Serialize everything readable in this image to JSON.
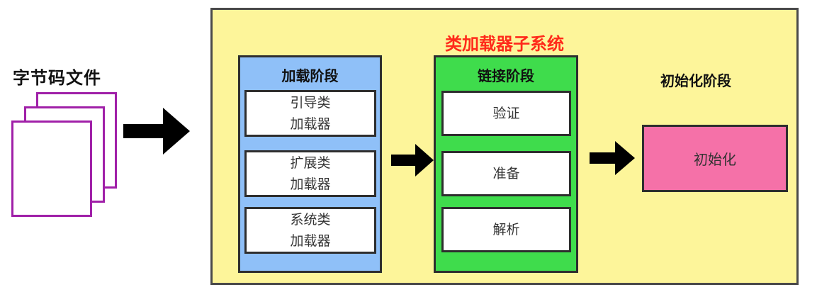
{
  "bytecode": {
    "title": "字节码文件"
  },
  "subsystem": {
    "title": "类加载器子系统"
  },
  "loading": {
    "title": "加载阶段",
    "loaders": [
      {
        "line1": "引导类",
        "line2": "加载器"
      },
      {
        "line1": "扩展类",
        "line2": "加载器"
      },
      {
        "line1": "系统类",
        "line2": "加载器"
      }
    ]
  },
  "linking": {
    "title": "链接阶段",
    "steps": [
      "验证",
      "准备",
      "解析"
    ]
  },
  "initialization": {
    "title": "初始化阶段",
    "box_label": "初始化"
  },
  "colors": {
    "subsystem_bg": "#fdf59a",
    "title_red": "#ff2a1a",
    "loading_bg": "#8fc0f8",
    "linking_bg": "#3fdc4c",
    "init_bg": "#f571a8",
    "file_border": "#a020a8"
  }
}
